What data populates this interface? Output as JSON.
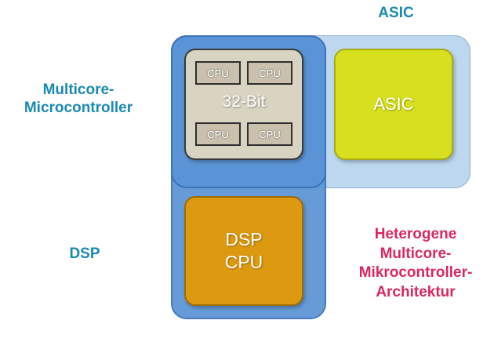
{
  "labels": {
    "asic_top": "ASIC",
    "multicore_line1": "Multicore-",
    "multicore_line2": "Microcontroller",
    "dsp_side": "DSP",
    "heterogene_line1": "Heterogene",
    "heterogene_line2": "Multicore-",
    "heterogene_line3": "Mikrocontroller-",
    "heterogene_line4": "Architektur"
  },
  "blocks": {
    "bit_label": "32-Bit",
    "cpus": [
      "CPU",
      "CPU",
      "CPU",
      "CPU"
    ],
    "asic_label": "ASIC",
    "dsp_line1": "DSP",
    "dsp_line2": "CPU"
  },
  "colors": {
    "teal_text": "#1a8ab0",
    "pink_text": "#d8285e",
    "main_region": "#5b94d6",
    "asic_region": "#bcd7ee",
    "bit_block": "#d9d3c2",
    "asic_block": "#d7df1f",
    "dsp_block": "#dd9a10"
  }
}
